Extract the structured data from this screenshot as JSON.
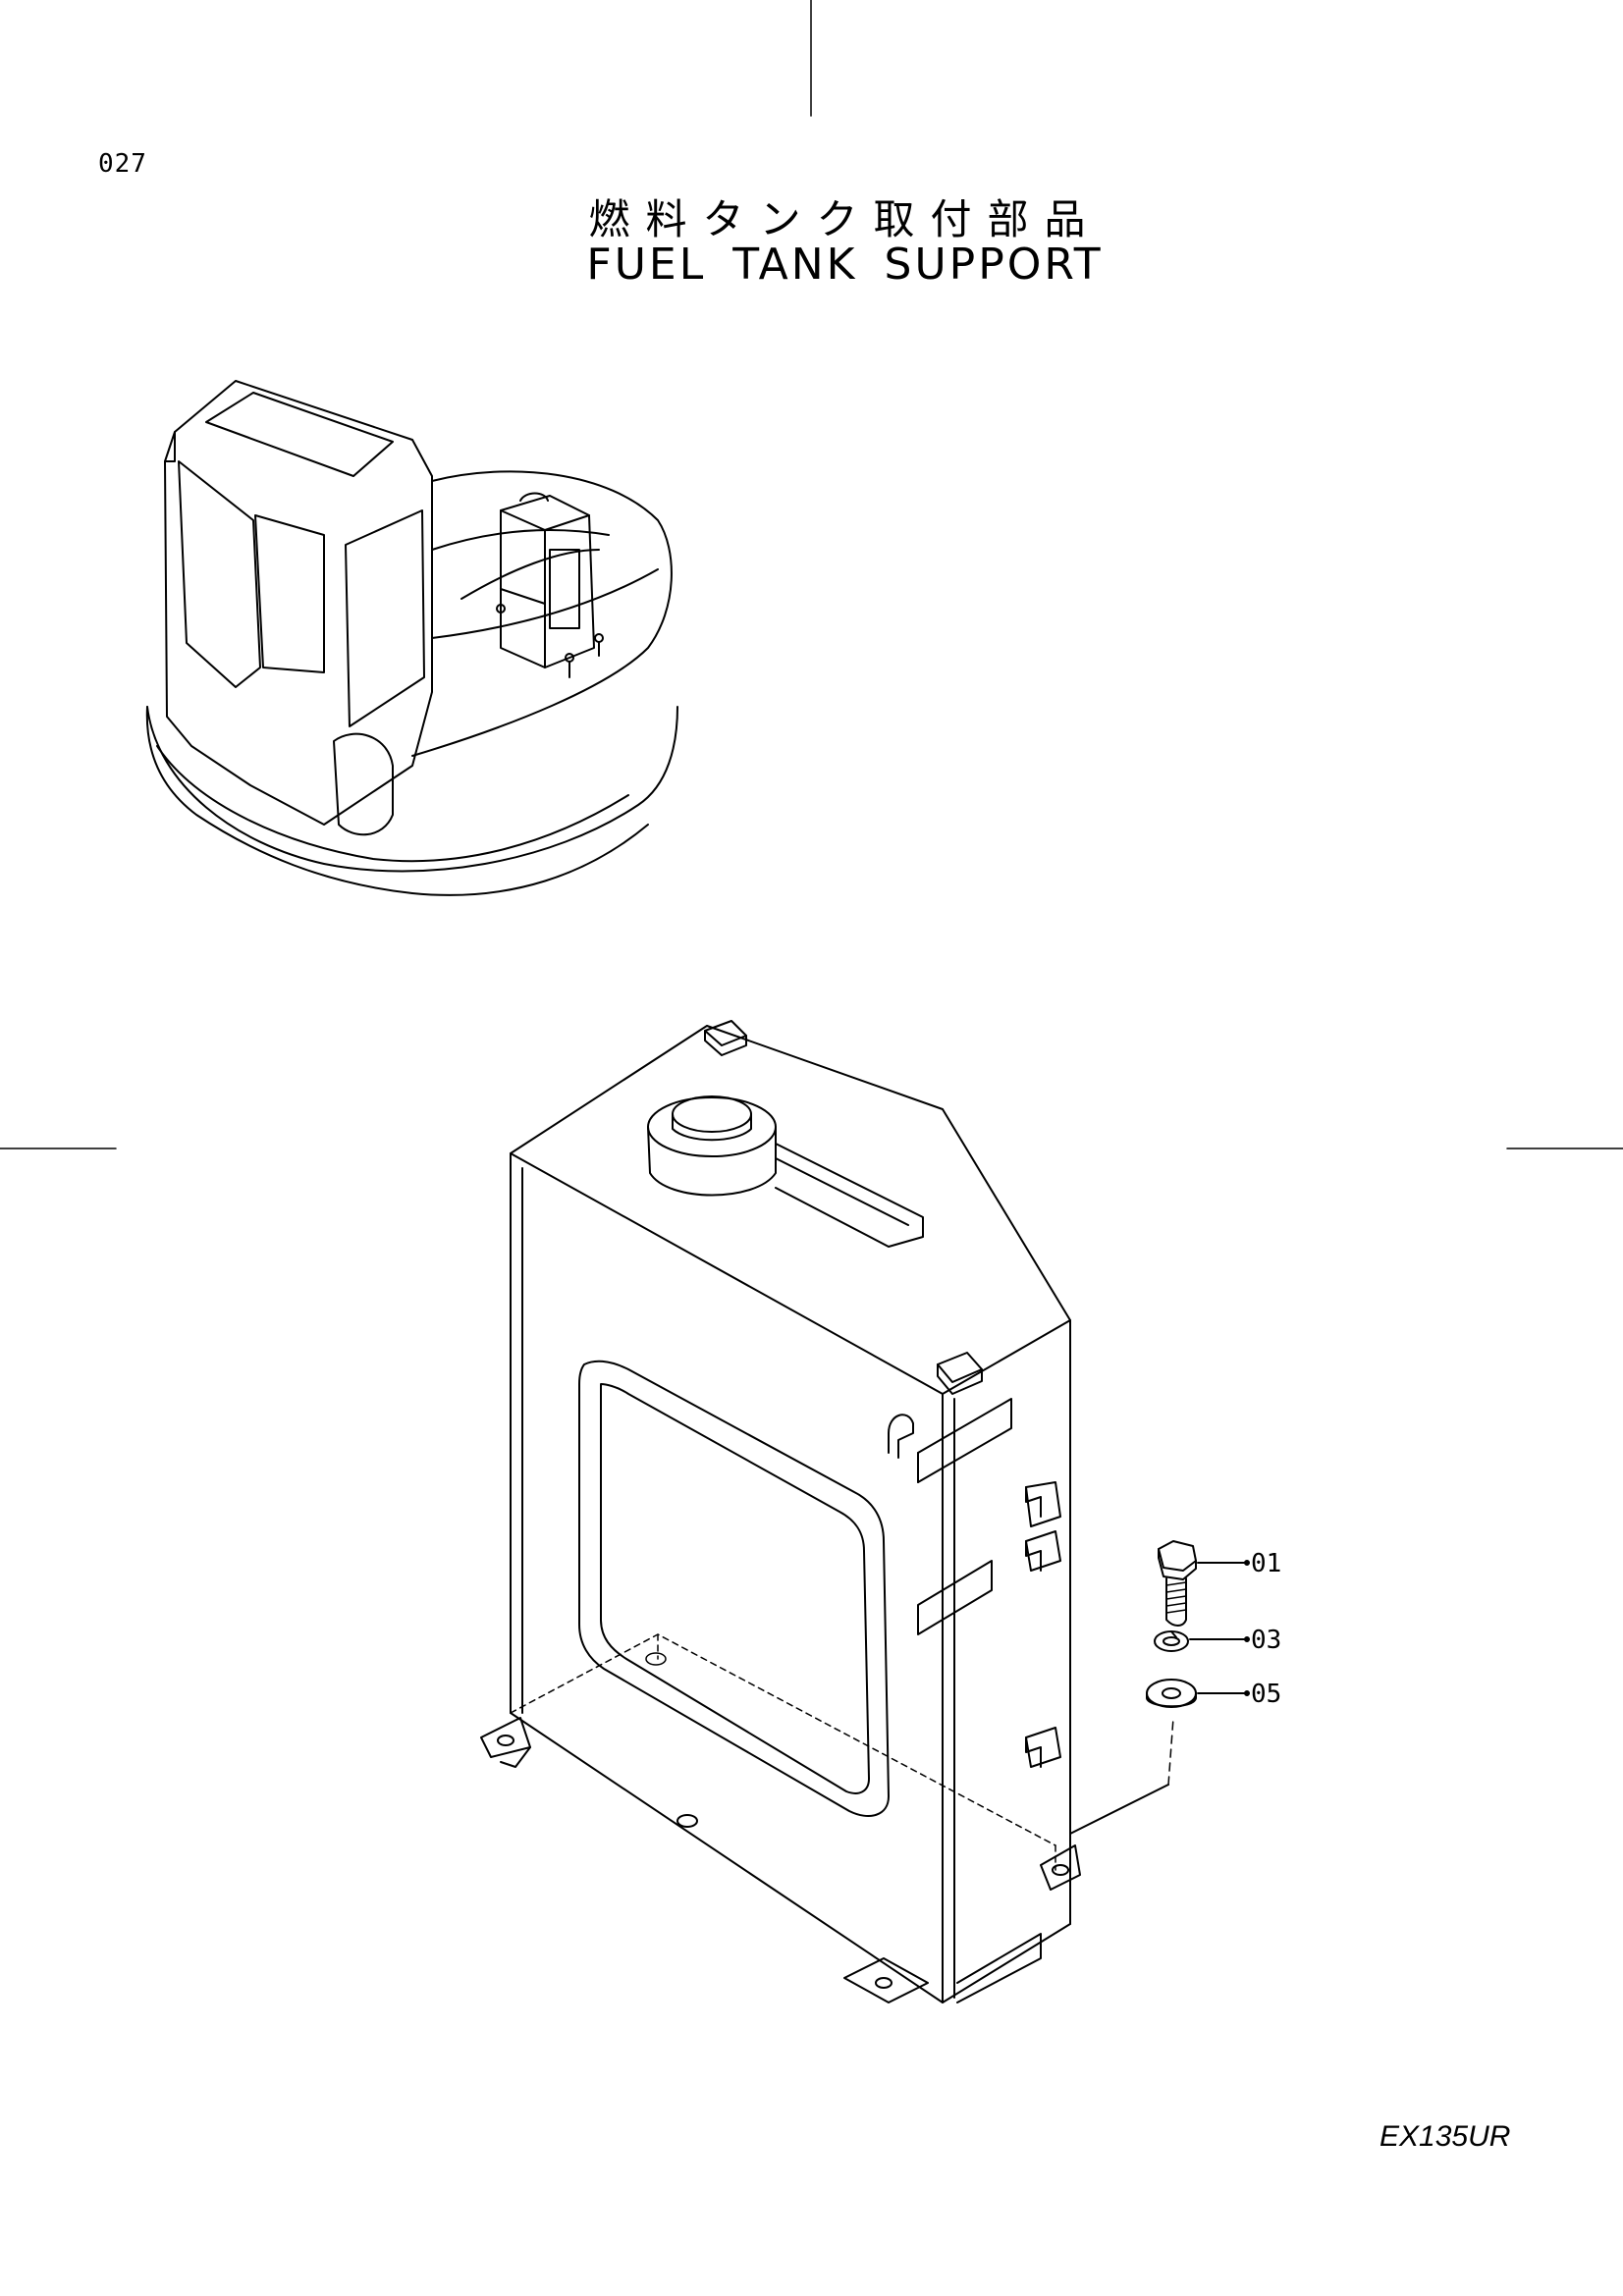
{
  "page_number": "027",
  "title": {
    "japanese": "燃料タンク取付部品",
    "english": "FUEL TANK SUPPORT"
  },
  "callouts": [
    {
      "label": "01",
      "part": "bolt-icon"
    },
    {
      "label": "03",
      "part": "spring-washer-icon"
    },
    {
      "label": "05",
      "part": "flat-washer-icon"
    }
  ],
  "model": "EX135UR",
  "colors": {
    "line": "#000000",
    "background": "#ffffff"
  }
}
